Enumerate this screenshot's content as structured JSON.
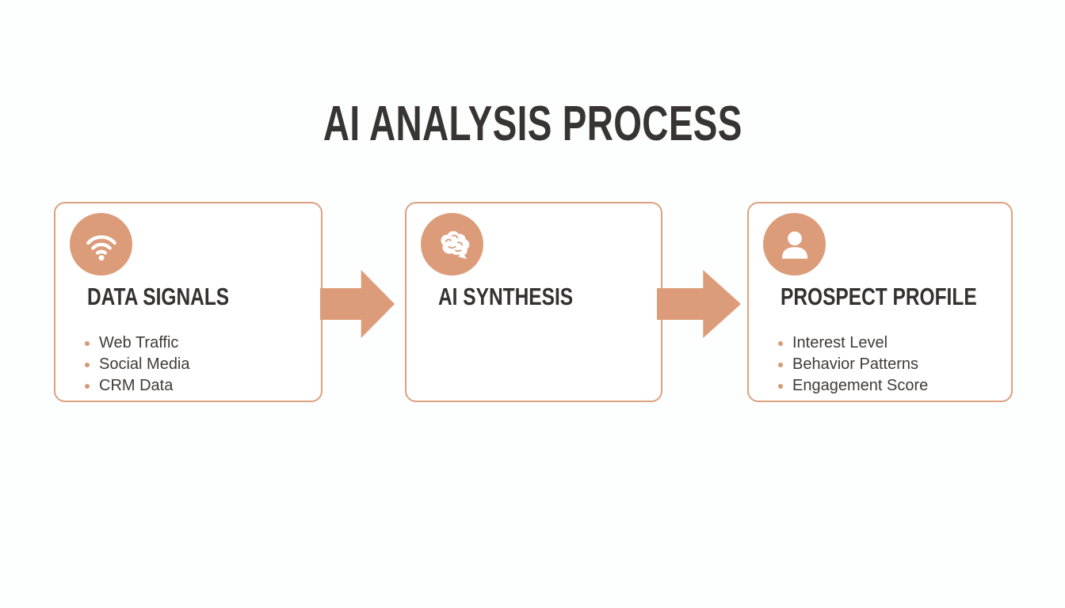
{
  "title": "AI ANALYSIS PROCESS",
  "colors": {
    "accent": "#dc9c7a",
    "box_border": "#dda181",
    "bullet_dot": "#d59a77",
    "title_text": "#373533",
    "heading_text": "#34322f",
    "body_text": "#3e3c3a",
    "background": "#fdfefe",
    "box_background": "#ffffff"
  },
  "steps": [
    {
      "heading": "DATA SIGNALS",
      "icon": "wifi-icon",
      "items": [
        "Web Traffic",
        "Social Media",
        "CRM Data"
      ]
    },
    {
      "heading": "AI SYNTHESIS",
      "icon": "brain-icon",
      "items": []
    },
    {
      "heading": "PROSPECT PROFILE",
      "icon": "person-icon",
      "items": [
        "Interest Level",
        "Behavior Patterns",
        "Engagement Score"
      ]
    }
  ],
  "connectors": [
    "arrow-right-icon",
    "arrow-right-icon"
  ]
}
